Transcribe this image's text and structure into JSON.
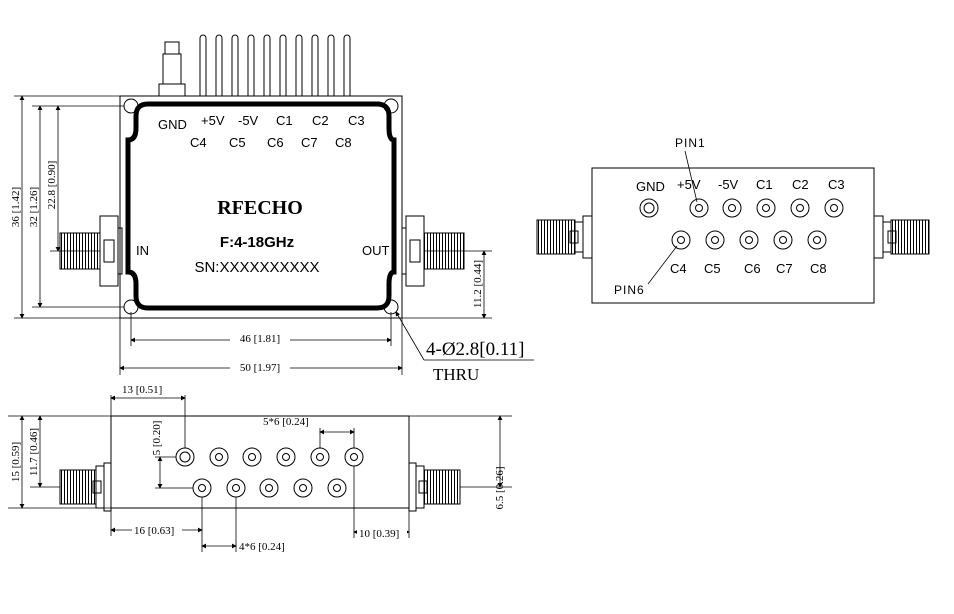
{
  "front_view": {
    "brand": "RFECHO",
    "frequency": "F:4-18GHz",
    "serial": "SN:XXXXXXXXXX",
    "port_in": "IN",
    "port_out": "OUT",
    "pin_labels_row1": [
      "GND",
      "+5V",
      "-5V",
      "C1",
      "C2",
      "C3"
    ],
    "pin_labels_row2": [
      "C4",
      "C5",
      "C6",
      "C7",
      "C8"
    ],
    "dimensions": {
      "height_total": "36 [1.42]",
      "height_mount": "32 [1.26]",
      "height_pins": "22.8 [0.90]",
      "height_rf": "11.2 [0.44]",
      "width_mount": "46 [1.81]",
      "width_total": "50 [1.97]",
      "hole_spec": "4-Ø2.8[0.11]",
      "hole_note": "THRU"
    }
  },
  "pin_view": {
    "pin1_label": "PIN1",
    "pin6_label": "PIN6",
    "pin_labels_row1": [
      "GND",
      "+5V",
      "-5V",
      "C1",
      "C2",
      "C3"
    ],
    "pin_labels_row2": [
      "C4",
      "C5",
      "C6",
      "C7",
      "C8"
    ]
  },
  "side_view": {
    "dimensions": {
      "offset_13": "13 [0.51]",
      "offset_5": "5 [0.20]",
      "pitch_top": "5*6 [0.24]",
      "height_15": "15 [0.59]",
      "height_11_7": "11.7 [0.46]",
      "height_6_5": "6.5 [0.26]",
      "offset_16": "16 [0.63]",
      "pitch_bottom": "4*6 [0.24]",
      "offset_10": "10 [0.39]"
    }
  }
}
